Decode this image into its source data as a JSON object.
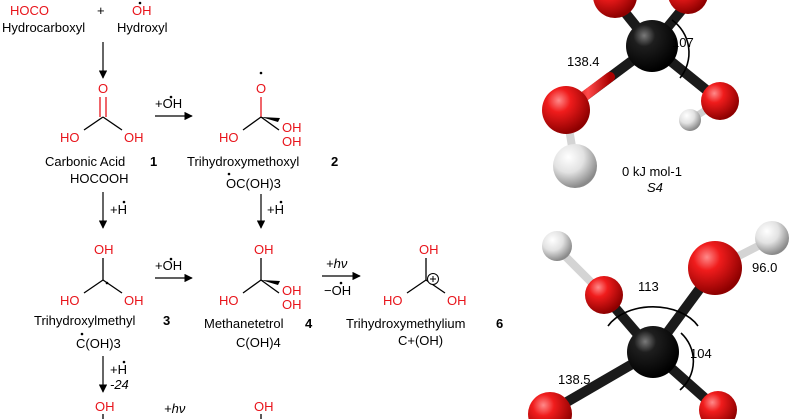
{
  "reactants": {
    "hoco": "HOCO",
    "plus": "+",
    "oh": "OH",
    "hoco_name": "Hydrocarboxyl",
    "oh_name": "Hydroxyl"
  },
  "atoms": {
    "O": "O",
    "OH": "OH",
    "HO": "HO"
  },
  "compounds": [
    {
      "name": "Carbonic Acid",
      "number": "1",
      "formula": "HOCOOH"
    },
    {
      "name": "Trihydroxymethoxyl",
      "number": "2",
      "formula": "OC(OH)3"
    },
    {
      "name": "Trihydroxylmethyl",
      "number": "3",
      "formula": "C(OH)3"
    },
    {
      "name": "Methanetetrol",
      "number": "4",
      "formula": "C(OH)4"
    },
    {
      "name": "Trihydroxymethylium",
      "number": "6",
      "formula": "C+(OH)"
    }
  ],
  "arrow_labels": {
    "oh_addition": "+OH",
    "h_addition": "+H",
    "hv": "+hν",
    "minus_oh": "−OH",
    "energy_24": "-24",
    "hv_bottom": "+hν"
  },
  "structures_3d": [
    {
      "angle": "107",
      "bond_length": "138.4",
      "energy": "0 kJ mol-1",
      "symmetry": "S4"
    },
    {
      "angle_top": "113",
      "oh_length": "96.0",
      "angle_right": "104",
      "bond_length": "138.5"
    }
  ],
  "colors": {
    "oxygen": "#e8141b",
    "carbon": "#1a1a1a",
    "hydrogen": "#d9d9d9",
    "text": "#000000"
  }
}
